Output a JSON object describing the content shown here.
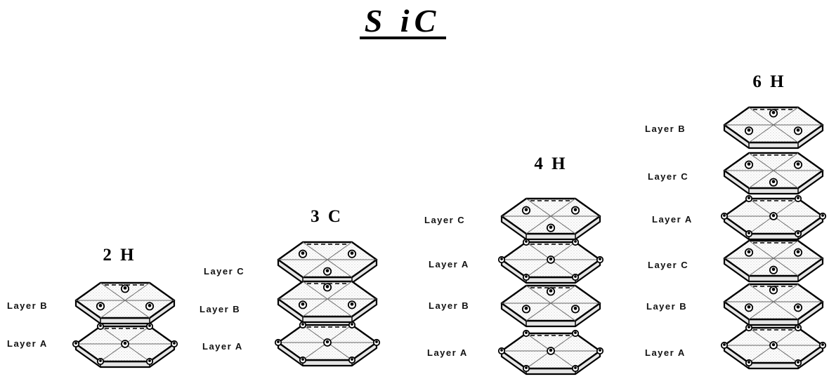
{
  "title": "S iC",
  "polytypes": [
    {
      "name": "2 H",
      "layers": [
        "Layer B",
        "Layer A"
      ]
    },
    {
      "name": "3 C",
      "layers": [
        "Layer C",
        "Layer B",
        "Layer A"
      ]
    },
    {
      "name": "4 H",
      "layers": [
        "Layer C",
        "Layer A",
        "Layer B",
        "Layer A"
      ]
    },
    {
      "name": "6 H",
      "layers": [
        "Layer B",
        "Layer C",
        "Layer A",
        "Layer C",
        "Layer B",
        "Layer A"
      ]
    }
  ]
}
